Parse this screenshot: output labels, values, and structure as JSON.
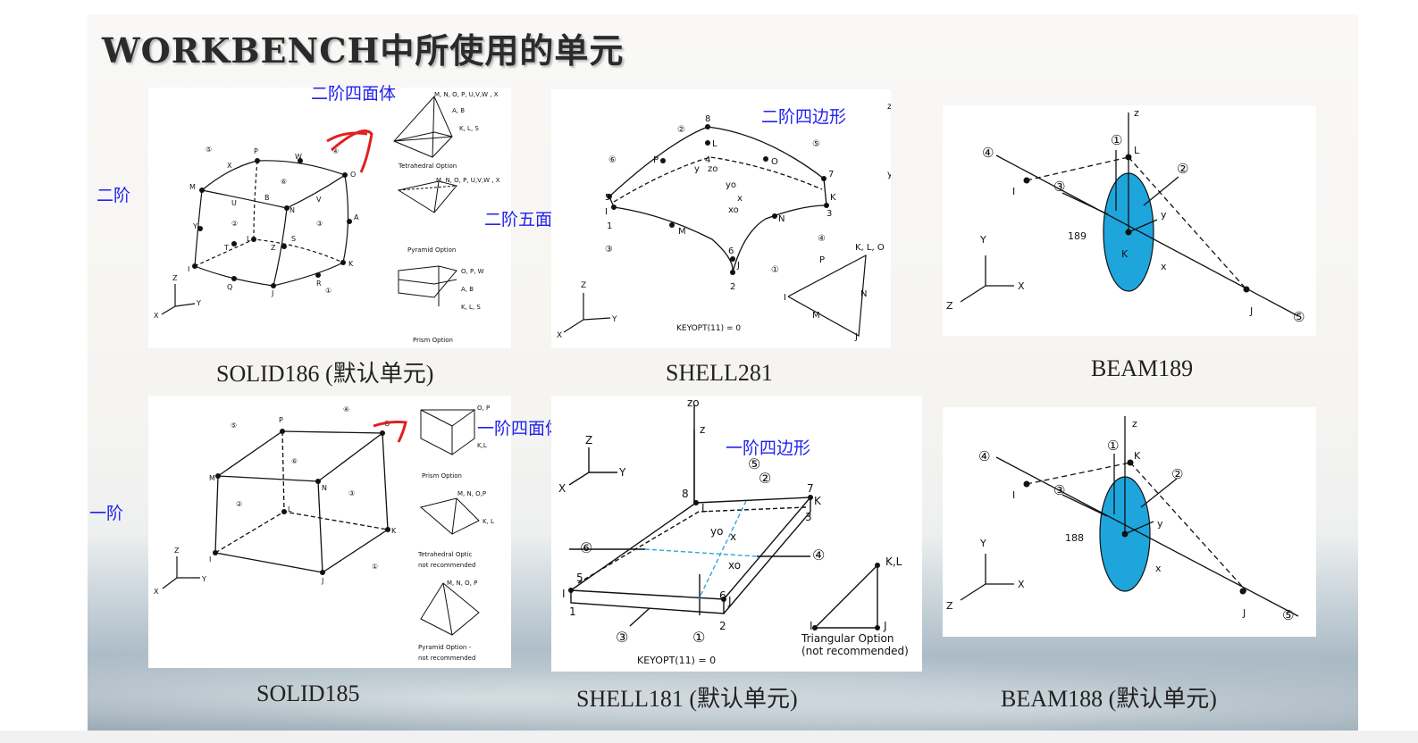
{
  "title": "WORKBENCH中所使用的单元",
  "side_labels": {
    "second_order": "二阶",
    "first_order": "一阶"
  },
  "elements": {
    "solid186": {
      "caption": "SOLID186 (默认单元)",
      "annotation_tet": "二阶四面体",
      "annotation_pyramid": "二阶五面体",
      "options": [
        "Tetrahedral Option",
        "Pyramid Option",
        "Prism Option"
      ],
      "node_groups": [
        "M, N, O, P, U,V,W , X",
        "A, B",
        "K, L, S",
        "M, N, O, P, U,V,W , X",
        "O, P, W",
        "A, B",
        "K, L, S"
      ]
    },
    "shell281": {
      "caption": "SHELL281",
      "annotation": "二阶四边形",
      "keyopt": "KEYOPT(11) = 0",
      "tri_nodes": "K, L, O"
    },
    "beam189": {
      "caption": "BEAM189",
      "number": "189"
    },
    "solid185": {
      "caption": "SOLID185",
      "annotation": "一阶四面体",
      "options": [
        "Prism Option",
        "Tetrahedral Optic",
        "not recommended",
        "Pyramid Option -",
        "not recommended"
      ],
      "node_groups": [
        "O, P",
        "K,L",
        "M, N, O,P",
        "K, L",
        "M, N, O, P"
      ]
    },
    "shell181": {
      "caption": "SHELL181 (默认单元)",
      "annotation": "一阶四边形",
      "keyopt": "KEYOPT(11) = 0",
      "tri_option": "Triangular Option",
      "tri_note": "(not recommended)",
      "tri_nodes": "K,L"
    },
    "beam188": {
      "caption": "BEAM188 (默认单元)",
      "number": "188"
    }
  },
  "colors": {
    "annotation": "#2222ee",
    "beam_ellipse": "#1ea6dc",
    "red_mark": "#e02020"
  }
}
